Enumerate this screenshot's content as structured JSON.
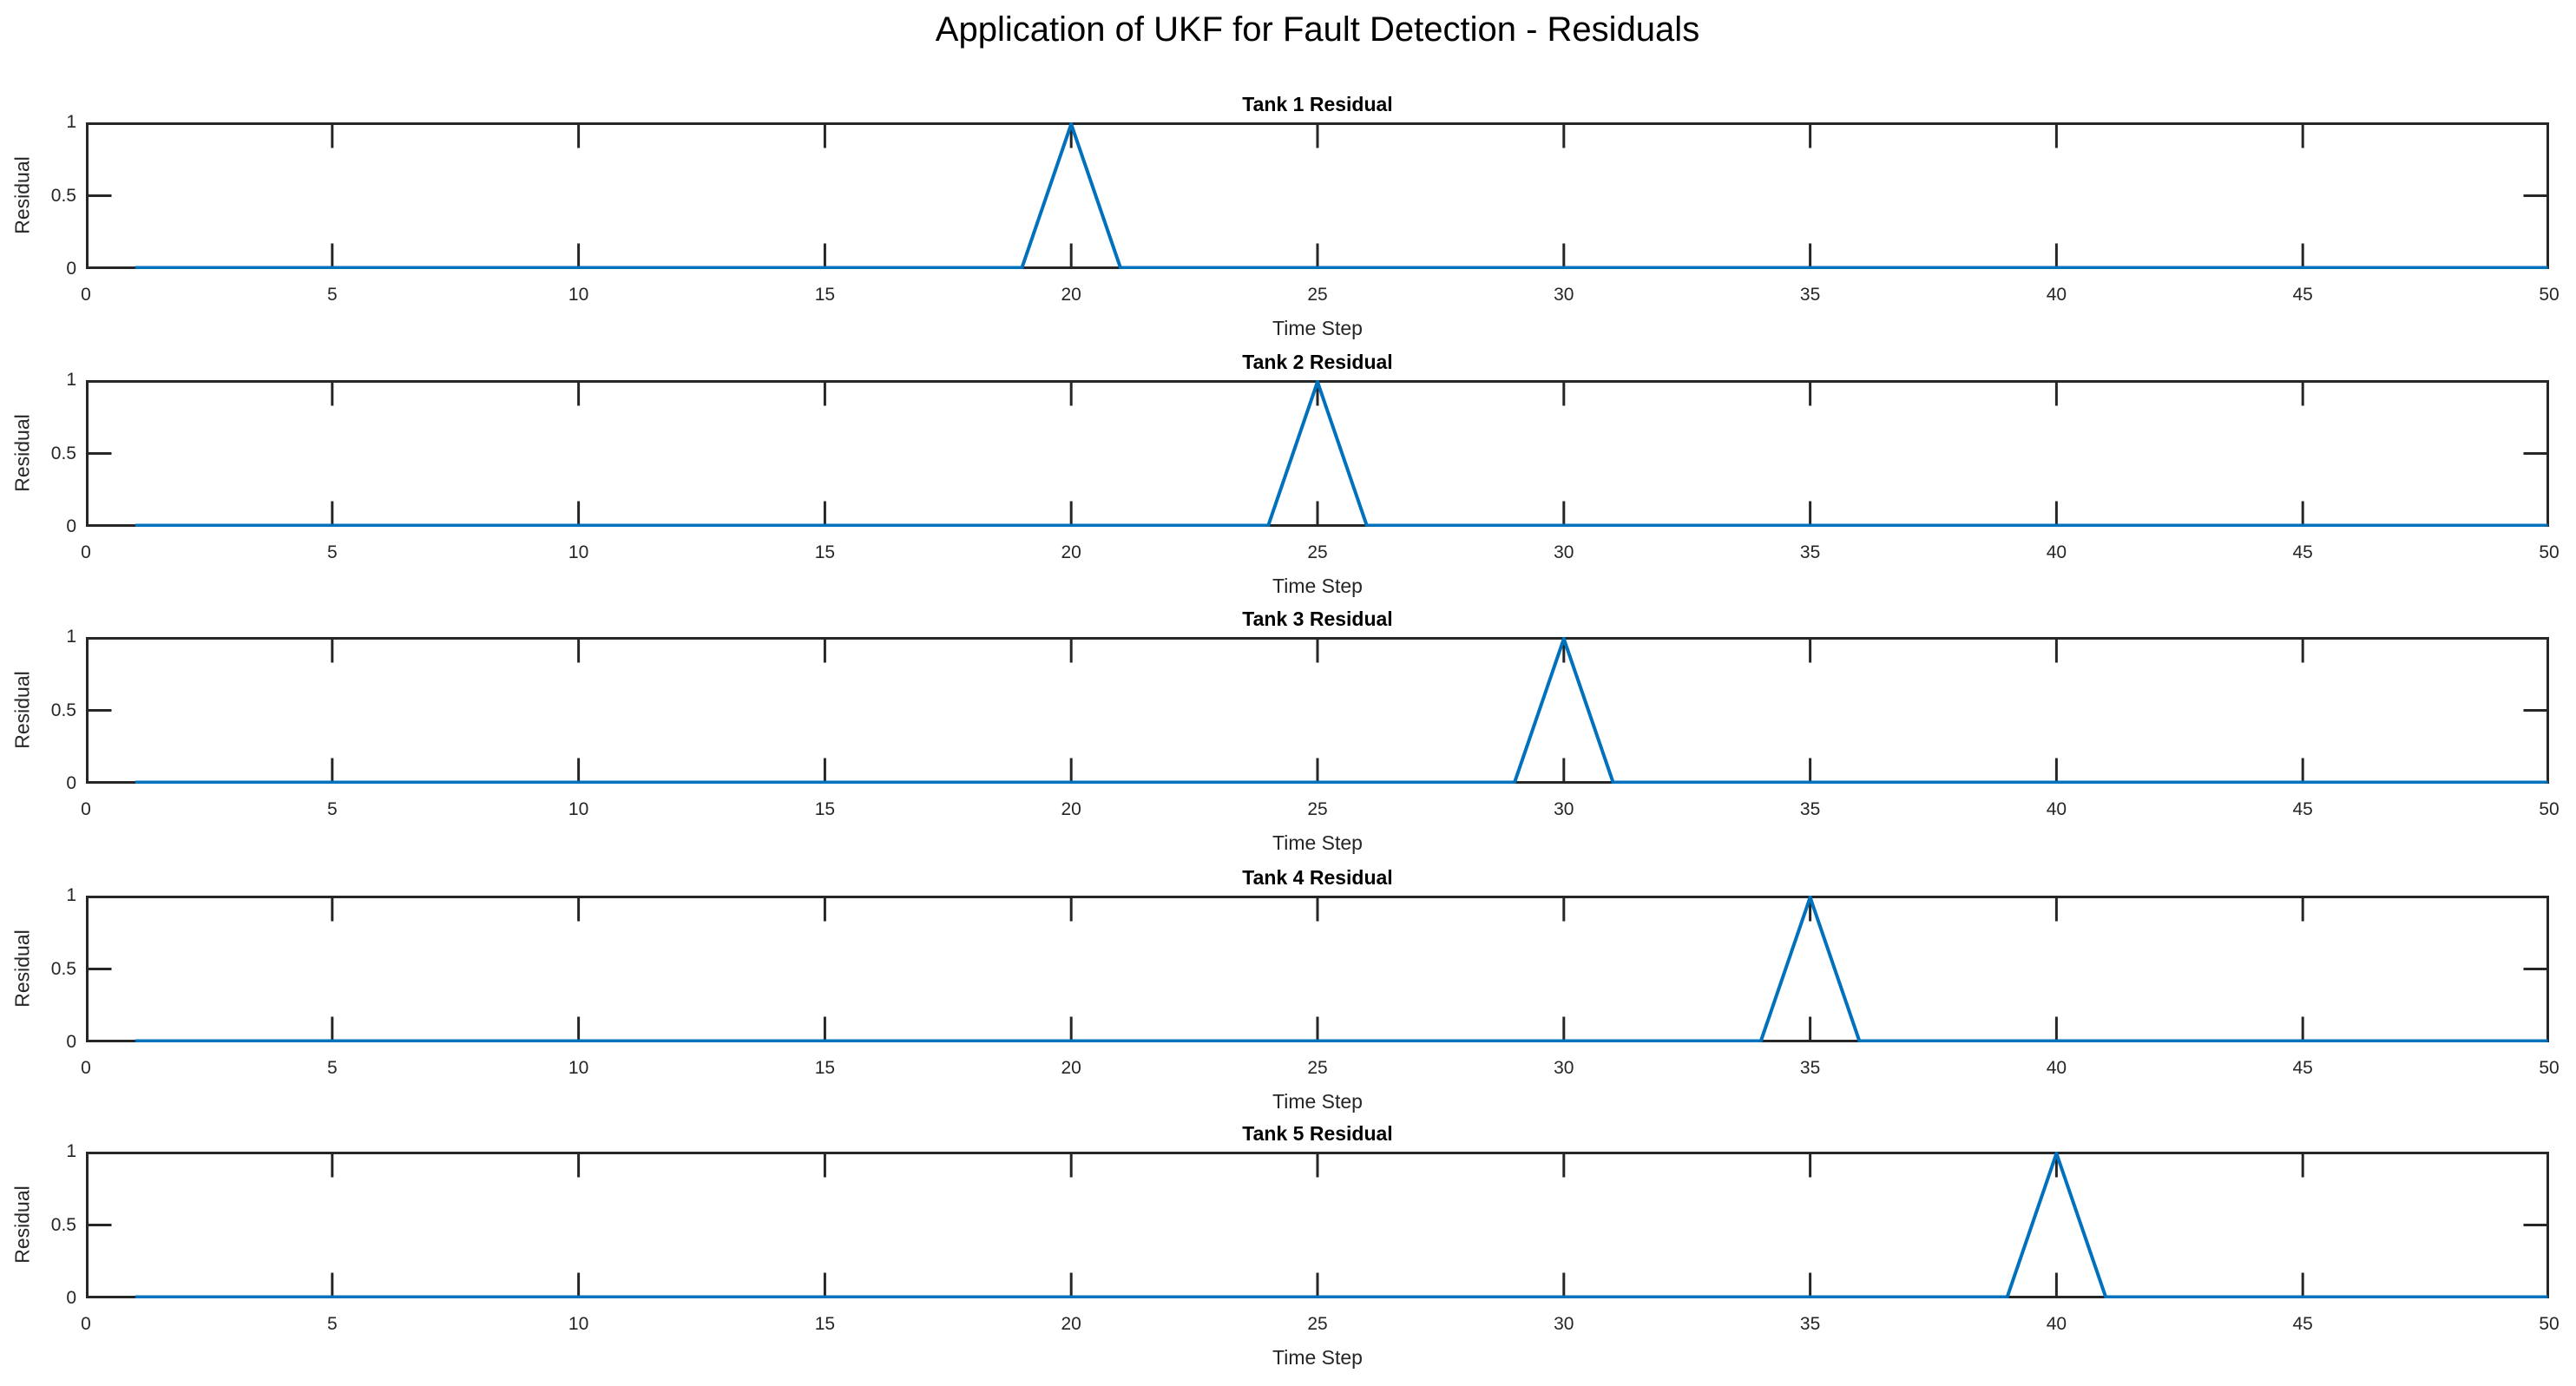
{
  "figure_title": "Application of UKF for Fault Detection - Residuals",
  "colors": {
    "line": "#0072BD",
    "axes": "#262626",
    "title_text": "#000000",
    "background": "#FFFFFF"
  },
  "chart_data": {
    "type": "line",
    "layout": "5 stacked subplots, shared style",
    "x_label": "Time Step",
    "y_label": "Residual",
    "x_range": [
      0,
      50
    ],
    "y_range": [
      0,
      1
    ],
    "x_ticks": [
      0,
      5,
      10,
      15,
      20,
      25,
      30,
      35,
      40,
      45,
      50
    ],
    "x_tick_labels": [
      "0",
      "5",
      "10",
      "15",
      "20",
      "25",
      "30",
      "35",
      "40",
      "45",
      "50"
    ],
    "y_ticks": [
      0,
      0.5,
      1
    ],
    "y_tick_labels": [
      "0",
      "0.5",
      "1"
    ],
    "grid": false,
    "legend": false,
    "line_color": "#0072BD",
    "data_starts_at_x": 1,
    "subplots": [
      {
        "title": "Tank 1 Residual",
        "fault_time": 20,
        "peak_value": 1,
        "baseline_value": 0,
        "line_points": [
          [
            1,
            0
          ],
          [
            19,
            0
          ],
          [
            20,
            1
          ],
          [
            21,
            0
          ],
          [
            50,
            0
          ]
        ]
      },
      {
        "title": "Tank 2 Residual",
        "fault_time": 25,
        "peak_value": 1,
        "baseline_value": 0,
        "line_points": [
          [
            1,
            0
          ],
          [
            24,
            0
          ],
          [
            25,
            1
          ],
          [
            26,
            0
          ],
          [
            50,
            0
          ]
        ]
      },
      {
        "title": "Tank 3 Residual",
        "fault_time": 30,
        "peak_value": 1,
        "baseline_value": 0,
        "line_points": [
          [
            1,
            0
          ],
          [
            29,
            0
          ],
          [
            30,
            1
          ],
          [
            31,
            0
          ],
          [
            50,
            0
          ]
        ]
      },
      {
        "title": "Tank 4 Residual",
        "fault_time": 35,
        "peak_value": 1,
        "baseline_value": 0,
        "line_points": [
          [
            1,
            0
          ],
          [
            34,
            0
          ],
          [
            35,
            1
          ],
          [
            36,
            0
          ],
          [
            50,
            0
          ]
        ]
      },
      {
        "title": "Tank 5 Residual",
        "fault_time": 40,
        "peak_value": 1,
        "baseline_value": 0,
        "line_points": [
          [
            1,
            0
          ],
          [
            39,
            0
          ],
          [
            40,
            1
          ],
          [
            41,
            0
          ],
          [
            50,
            0
          ]
        ]
      }
    ]
  }
}
